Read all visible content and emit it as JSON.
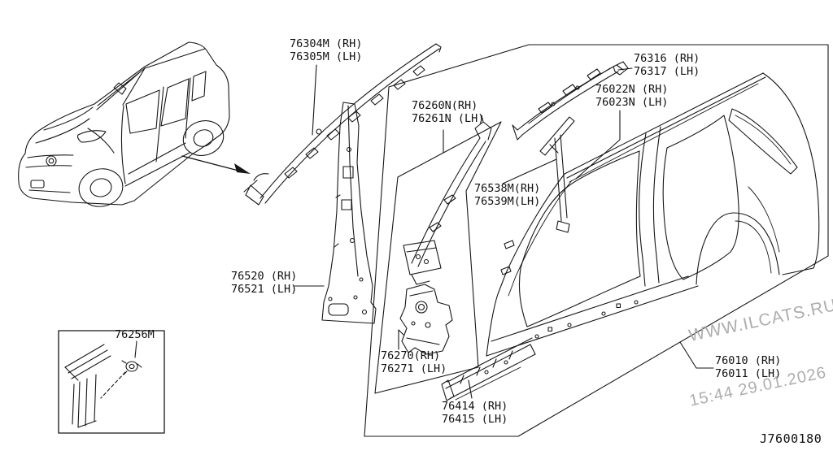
{
  "page": {
    "background": "#ffffff",
    "line_color": "#161616"
  },
  "diagram_code": "J7600180",
  "watermark": {
    "line1": "WWW.ILCATS.RU",
    "line2": "15:44 29.01.2026",
    "color": "#aeaeae"
  },
  "parts": {
    "p76304": {
      "line1": "76304M (RH)",
      "line2": "76305M (LH)"
    },
    "p76316": {
      "line1": "76316 (RH)",
      "line2": "76317 (LH)"
    },
    "p76022": {
      "line1": "76022N (RH)",
      "line2": "76023N (LH)"
    },
    "p76260": {
      "line1": "76260N(RH)",
      "line2": "76261N (LH)"
    },
    "p76538": {
      "line1": "76538M(RH)",
      "line2": "76539M(LH)"
    },
    "p76520": {
      "line1": "76520 (RH)",
      "line2": "76521 (LH)"
    },
    "p76256": {
      "line1": "76256M",
      "line2": ""
    },
    "p76270": {
      "line1": "76270(RH)",
      "line2": "76271 (LH)"
    },
    "p76414": {
      "line1": "76414 (RH)",
      "line2": "76415 (LH)"
    },
    "p76010": {
      "line1": "76010 (RH)",
      "line2": "76011 (LH)"
    }
  }
}
